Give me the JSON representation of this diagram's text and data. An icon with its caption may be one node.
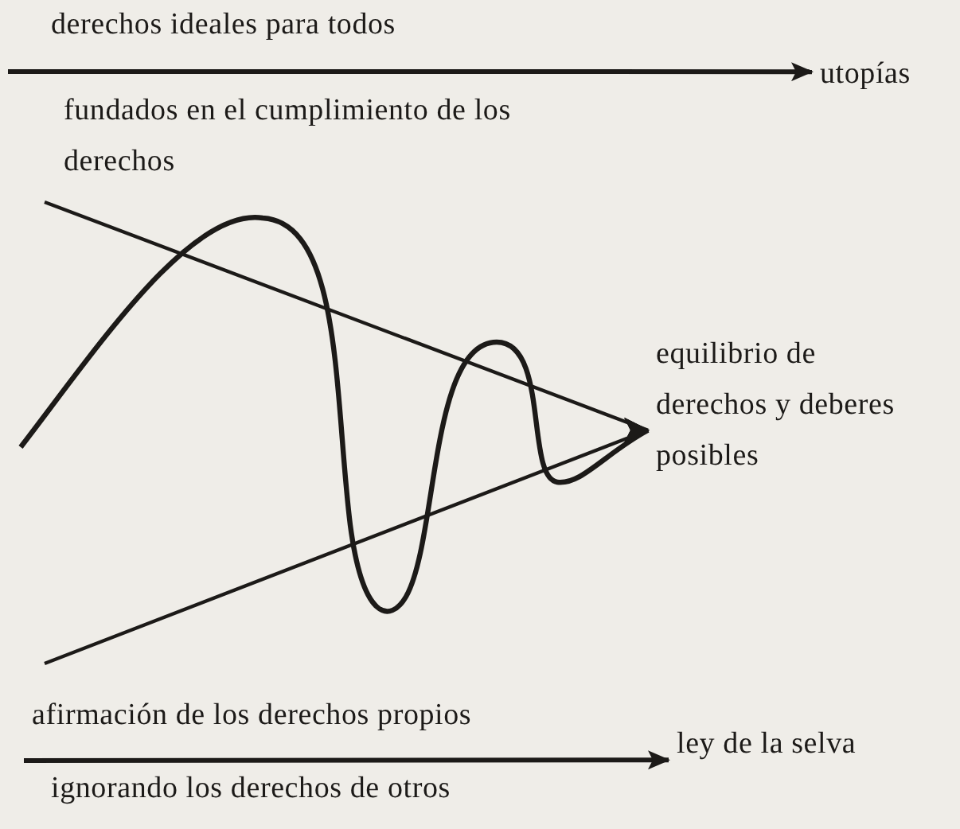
{
  "diagram": {
    "nodes": [
      {
        "text": [
          "utopías"
        ]
      },
      {
        "text": [
          "equilibrio de derechos y deberes posibles"
        ]
      },
      {
        "text": [
          "ley de la selva"
        ]
      }
    ],
    "edges": [
      {
        "from": null,
        "to": 0,
        "arrow": "to"
      },
      {
        "from": null,
        "to": 1,
        "arrow": "to"
      },
      {
        "from": null,
        "to": 1,
        "arrow": "to"
      },
      {
        "from": null,
        "to": 1,
        "arrow": "to"
      },
      {
        "from": null,
        "to": 2,
        "arrow": "to"
      }
    ],
    "labels": [
      "derechos ideales para todos",
      "fundados en el cumplimiento de los derechos",
      "afirmación de los derechos propios",
      "ignorando los derechos de otros"
    ]
  }
}
